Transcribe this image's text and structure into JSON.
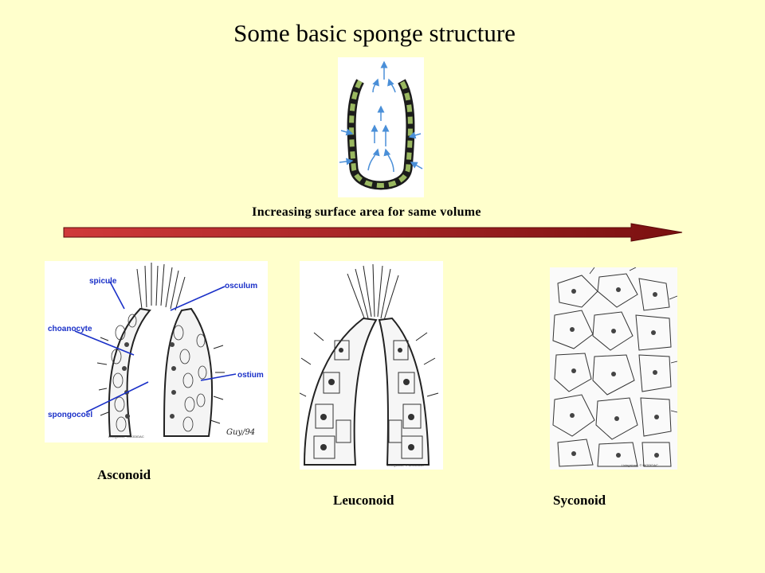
{
  "slide": {
    "title": "Some basic sponge structure",
    "trend_label": "Increasing surface area for same volume",
    "colors": {
      "background": "#ffffcc",
      "arrow_start": "#d03a3a",
      "arrow_end": "#7a1010",
      "callout_blue": "#1a30c8",
      "flow_arrow_blue": "#4a8fd8",
      "body_wall_green": "#9ab860"
    }
  },
  "diagrams": {
    "flow": {
      "description_icon": "sponge-water-flow-icon"
    },
    "asconoid": {
      "caption": "Asconoid",
      "callouts": [
        "spicule",
        "osculum",
        "choanocyte",
        "ostium",
        "spongocoel"
      ],
      "credit": "Livingstone, ©BIODIDAC",
      "signature": "Guy/94"
    },
    "leuconoid": {
      "caption": "Leuconoid",
      "credit": "Livingstone, © BIODIDAC"
    },
    "syconoid": {
      "caption": "Syconoid",
      "credit": "Livingstone, © BIODIDAC"
    }
  }
}
